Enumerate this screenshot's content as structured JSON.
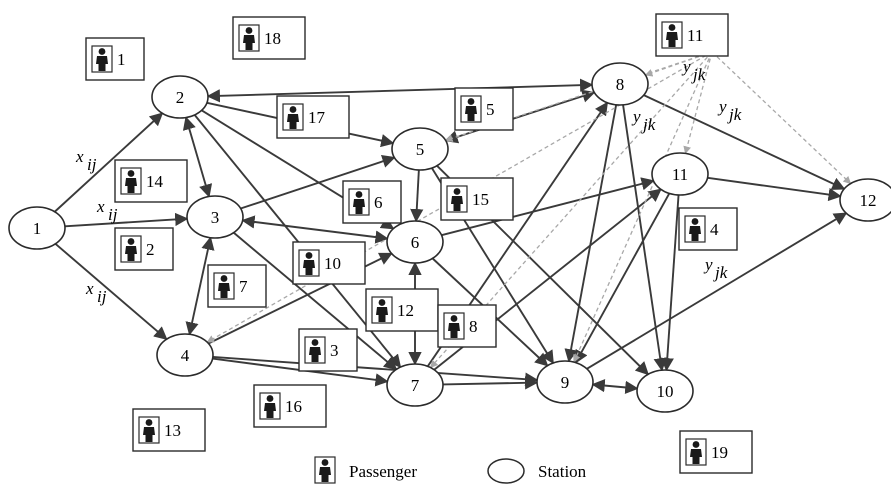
{
  "stations": [
    {
      "id": "1"
    },
    {
      "id": "2"
    },
    {
      "id": "3"
    },
    {
      "id": "4"
    },
    {
      "id": "5"
    },
    {
      "id": "6"
    },
    {
      "id": "7"
    },
    {
      "id": "8"
    },
    {
      "id": "9"
    },
    {
      "id": "10"
    },
    {
      "id": "11"
    },
    {
      "id": "12"
    }
  ],
  "passengers": [
    {
      "label": "1"
    },
    {
      "label": "18"
    },
    {
      "label": "17"
    },
    {
      "label": "5"
    },
    {
      "label": "11"
    },
    {
      "label": "14"
    },
    {
      "label": "6"
    },
    {
      "label": "15"
    },
    {
      "label": "2"
    },
    {
      "label": "7"
    },
    {
      "label": "10"
    },
    {
      "label": "12"
    },
    {
      "label": "8"
    },
    {
      "label": "4"
    },
    {
      "label": "3"
    },
    {
      "label": "16"
    },
    {
      "label": "13"
    },
    {
      "label": "19"
    }
  ],
  "edge_labels": {
    "x1": "x",
    "x1_sub": "ij",
    "x2": "x",
    "x2_sub": "ij",
    "x3": "x",
    "x3_sub": "ij",
    "y1": "y",
    "y1_sub": "jk",
    "y2": "y",
    "y2_sub": "jk",
    "y3": "y",
    "y3_sub": "jk",
    "y4": "y",
    "y4_sub": "jk"
  },
  "legend": {
    "passenger_label": "Passenger",
    "station_label": "Station"
  },
  "icons": {
    "passenger": "passenger-icon",
    "station": "station-ellipse"
  }
}
